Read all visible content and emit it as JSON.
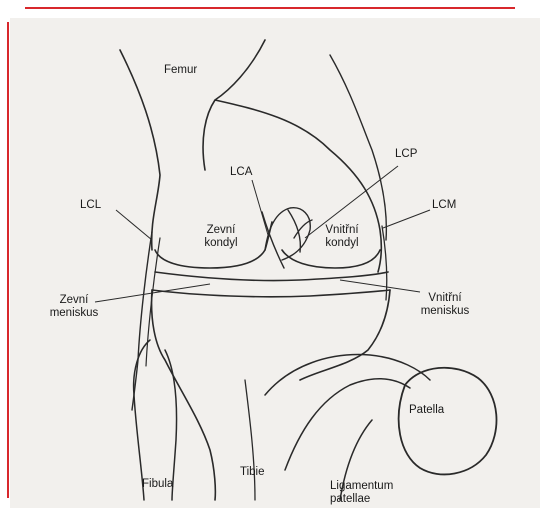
{
  "colors": {
    "frame_red": "#d8282c",
    "paper": "#f1efec",
    "ink": "#2a2a2a"
  },
  "labels": {
    "femur": "Femur",
    "lca": "LCA",
    "lcp": "LCP",
    "lcl": "LCL",
    "lcm": "LCM",
    "zevni_kondyl_1": "Zevní",
    "zevni_kondyl_2": "kondyl",
    "vnitrni_kondyl_1": "Vnitřní",
    "vnitrni_kondyl_2": "kondyl",
    "zevni_meniskus_1": "Zevní",
    "zevni_meniskus_2": "meniskus",
    "vnitrni_meniskus_1": "Vnitřní",
    "vnitrni_meniskus_2": "meniskus",
    "patella": "Patella",
    "fibula": "Fibula",
    "tibie": "Tibie",
    "ligamentum_1": "Ligamentum",
    "ligamentum_2": "patellae"
  }
}
